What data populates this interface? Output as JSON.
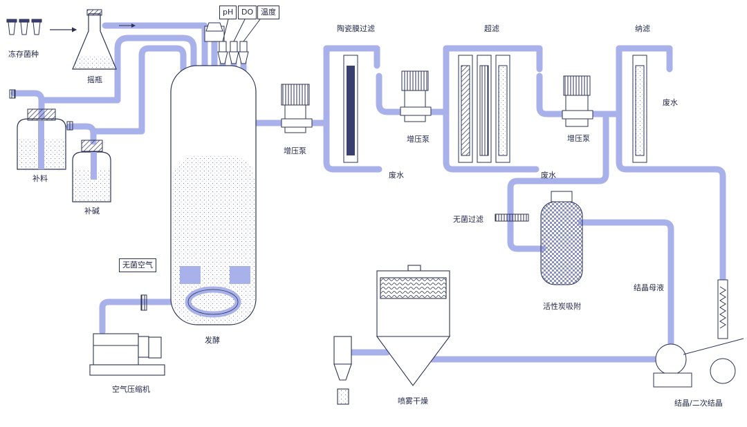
{
  "labels": {
    "frozen_strain": "冻存菌种",
    "shake_flask": "摇瓶",
    "feed": "补料",
    "alkali": "补碱",
    "sterile_air": "无菌空气",
    "air_compressor": "空气压缩机",
    "fermentation": "发酵",
    "ph": "pH",
    "do": "DO",
    "temperature": "温度",
    "booster_pump_1": "增压泵",
    "booster_pump_2": "增压泵",
    "booster_pump_3": "增压泵",
    "ceramic_membrane": "陶瓷膜过滤",
    "ultrafiltration": "超滤",
    "nanofiltration": "纳滤",
    "waste_water_1": "废水",
    "waste_water_2": "废水",
    "waste_water_3": "废水",
    "sterile_filtration": "无菌过滤",
    "activated_carbon": "活性炭吸附",
    "mother_liquor": "结晶母液",
    "crystallization": "结晶/二次结晶",
    "spray_drying": "喷雾干燥"
  },
  "colors": {
    "pipe": "#a9b1ea",
    "outline": "#2b3153",
    "dark_fill": "#3a3f73",
    "background": "#ffffff"
  }
}
